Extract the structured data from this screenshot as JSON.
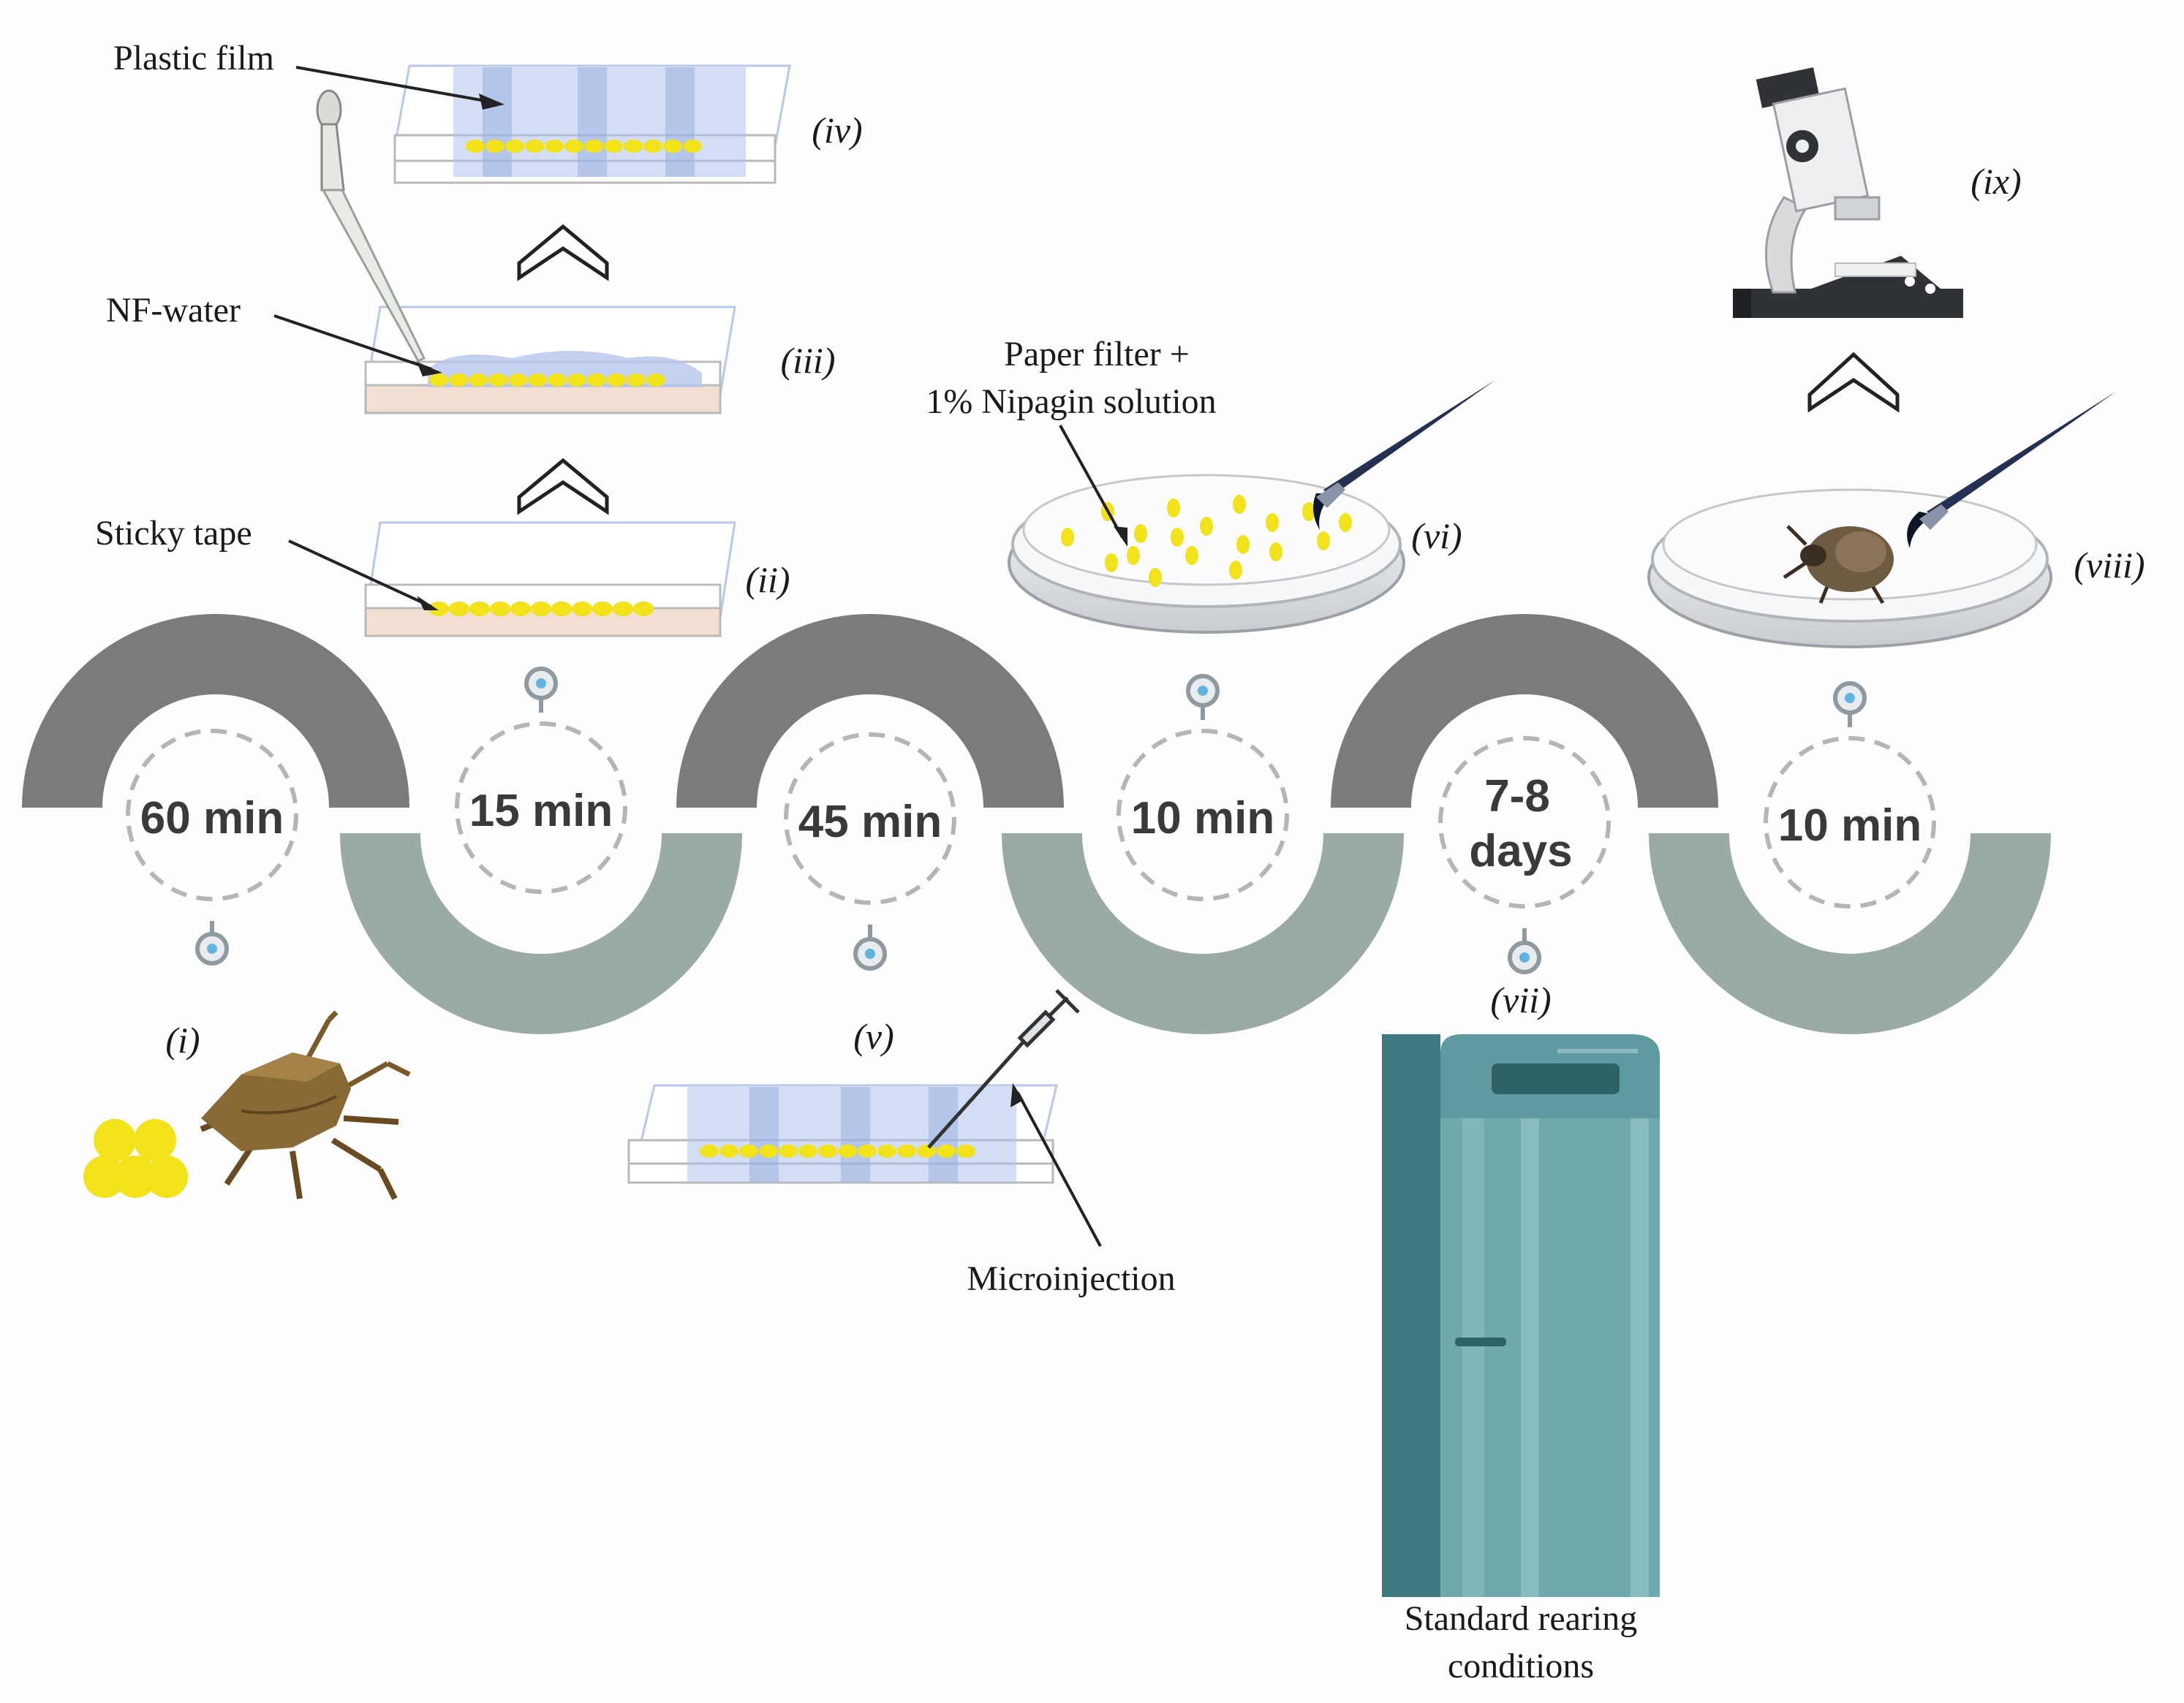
{
  "labels": {
    "plastic_film": "Plastic film",
    "nf_water": "NF-water",
    "sticky_tape": "Sticky tape",
    "paper_filter_line1": "Paper filter +",
    "paper_filter_line2": "1% Nipagin solution",
    "microinjection": "Microinjection",
    "rearing_line1": "Standard rearing",
    "rearing_line2": "conditions"
  },
  "steps": [
    {
      "numeral": "(i)"
    },
    {
      "numeral": "(ii)"
    },
    {
      "numeral": "(iii)"
    },
    {
      "numeral": "(iv)"
    },
    {
      "numeral": "(v)"
    },
    {
      "numeral": "(vi)"
    },
    {
      "numeral": "(vii)"
    },
    {
      "numeral": "(viii)"
    },
    {
      "numeral": "(ix)"
    }
  ],
  "durations": [
    {
      "text": "60 min"
    },
    {
      "text": "15 min"
    },
    {
      "text": "45 min"
    },
    {
      "text": "10 min"
    },
    {
      "text_line1": "7-8",
      "text_line2": "days"
    },
    {
      "text": "10 min"
    }
  ],
  "colors": {
    "upper_arc": "#7b7b7b",
    "lower_arc": "#9aaba3",
    "egg": "#f2e21a",
    "pin": "#8f9aa0",
    "pin_dot": "#5fb5e0",
    "slide_blue": "#aec3ec",
    "incubator": "#5e9aa0",
    "incubator_dark": "#3f7a80"
  },
  "icons": [
    "stink-bug-icon",
    "egg-cluster-icon",
    "pipette-icon",
    "slide-icon",
    "syringe-icon",
    "petri-dish-icon",
    "brush-icon",
    "nymph-icon",
    "incubator-icon",
    "microscope-icon",
    "chevron-up-icon",
    "pin-marker-icon"
  ]
}
